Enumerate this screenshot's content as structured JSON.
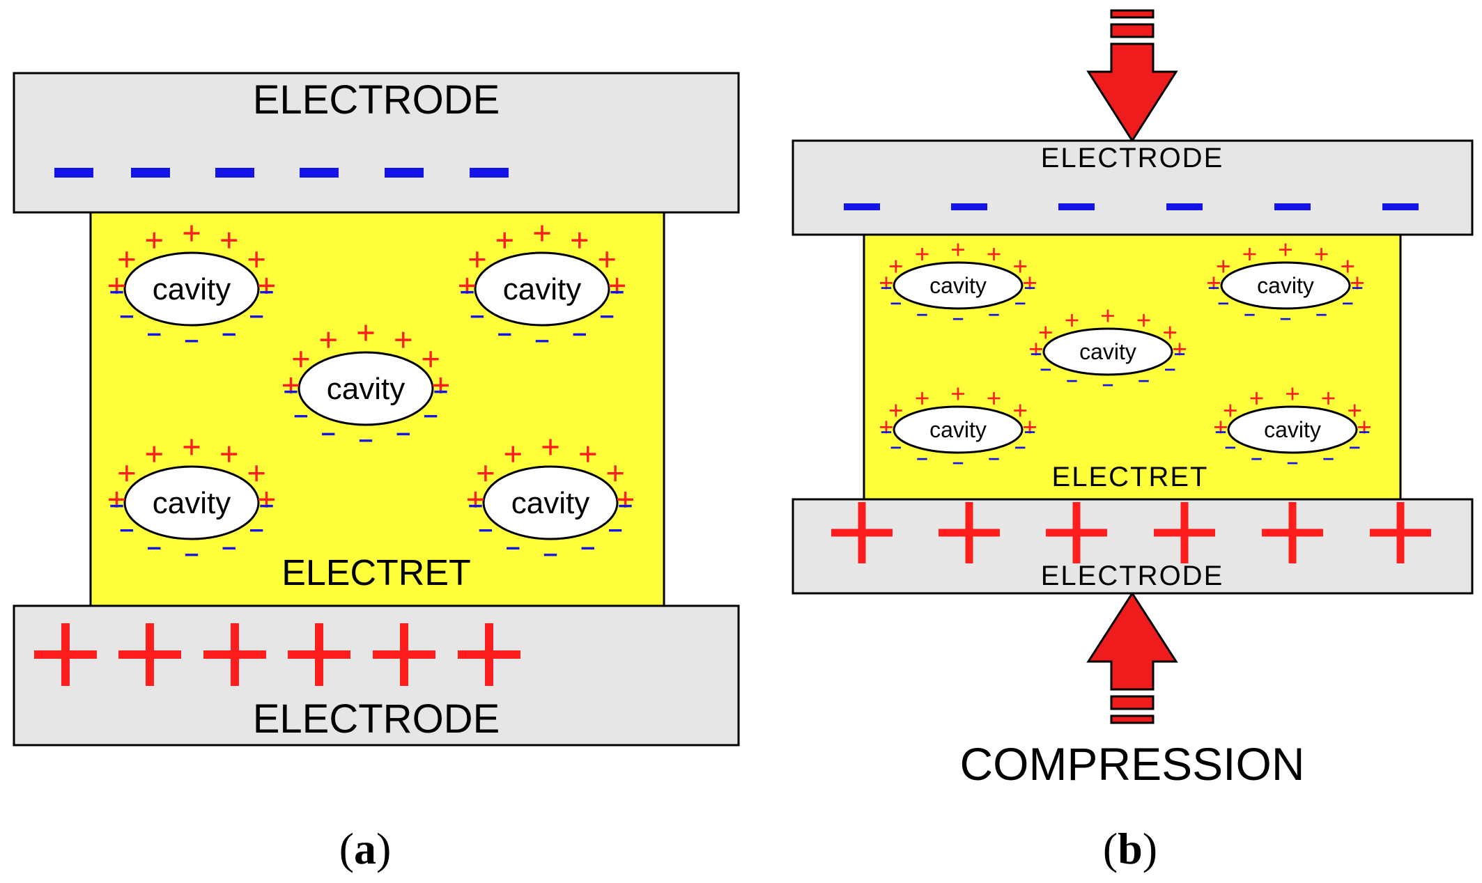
{
  "colors": {
    "electrode_fill": "#e6e6e6",
    "electret_fill": "#ffff3c",
    "positive": "#ff1e1e",
    "negative": "#1414e6",
    "arrow": "#ee1c1c",
    "outline": "#000000"
  },
  "panel_a": {
    "top_electrode_label": "ELECTRODE",
    "bottom_electrode_label": "ELECTRODE",
    "electret_label": "ELECTRET",
    "cavity_labels": [
      "cavity",
      "cavity",
      "cavity",
      "cavity",
      "cavity"
    ],
    "caption_open": "(",
    "caption_letter": "a",
    "caption_close": ")"
  },
  "panel_b": {
    "top_electrode_label": "ELECTRODE",
    "bottom_electrode_label": "ELECTRODE",
    "electret_label": "ELECTRET",
    "cavity_labels": [
      "cavity",
      "cavity",
      "cavity",
      "cavity",
      "cavity"
    ],
    "compression_label": "COMPRESSION",
    "caption_open": "(",
    "caption_letter": "b",
    "caption_close": ")"
  }
}
